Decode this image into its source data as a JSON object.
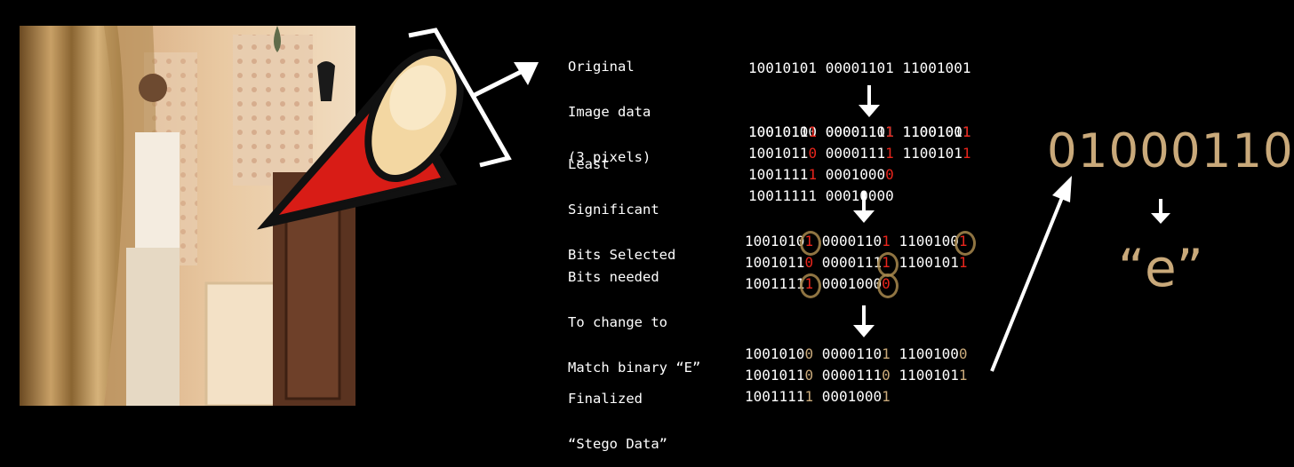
{
  "labels": {
    "original": [
      "Original",
      "Image data",
      "(3 pixels)"
    ],
    "lsb": [
      "Least",
      "Significant",
      "Bits Selected"
    ],
    "needed": [
      "Bits needed",
      "To change to",
      "Match binary “E”"
    ],
    "final": [
      "Finalized",
      "“Stego Data”"
    ]
  },
  "original_rows": [
    "10010101 00001101 11001001",
    "10010110 00001111 11001011",
    "10011111 00010000"
  ],
  "lsb_rows": [
    [
      {
        "b": "1001010",
        "l": "1"
      },
      {
        "b": "0000110",
        "l": "1"
      },
      {
        "b": "1100100",
        "l": "1"
      }
    ],
    [
      {
        "b": "1001011",
        "l": "0"
      },
      {
        "b": "0000111",
        "l": "1"
      },
      {
        "b": "1100101",
        "l": "1"
      }
    ],
    [
      {
        "b": "1001111",
        "l": "1"
      },
      {
        "b": "0001000",
        "l": "0"
      }
    ]
  ],
  "needed_rows": [
    [
      {
        "b": "1001010",
        "l": "1",
        "c": true
      },
      {
        "b": "0000110",
        "l": "1",
        "c": false
      },
      {
        "b": "1100100",
        "l": "1",
        "c": true
      }
    ],
    [
      {
        "b": "1001011",
        "l": "0",
        "c": false
      },
      {
        "b": "0000111",
        "l": "1",
        "c": true
      },
      {
        "b": "1100101",
        "l": "1",
        "c": false
      }
    ],
    [
      {
        "b": "1001111",
        "l": "1",
        "c": true
      },
      {
        "b": "0001000",
        "l": "0",
        "c": true
      }
    ]
  ],
  "final_rows": [
    [
      {
        "b": "1001010",
        "l": "0"
      },
      {
        "b": "0000110",
        "l": "1"
      },
      {
        "b": "1100100",
        "l": "0"
      }
    ],
    [
      {
        "b": "1001011",
        "l": "0"
      },
      {
        "b": "0000111",
        "l": "0"
      },
      {
        "b": "1100101",
        "l": "1"
      }
    ],
    [
      {
        "b": "1001111",
        "l": "1"
      },
      {
        "b": "0001000",
        "l": "1"
      }
    ]
  ],
  "result": {
    "binary": "01000110",
    "char": "“e”"
  },
  "colors": {
    "red": "#e8251c",
    "tan": "#c9a97a",
    "background": "#000000"
  }
}
